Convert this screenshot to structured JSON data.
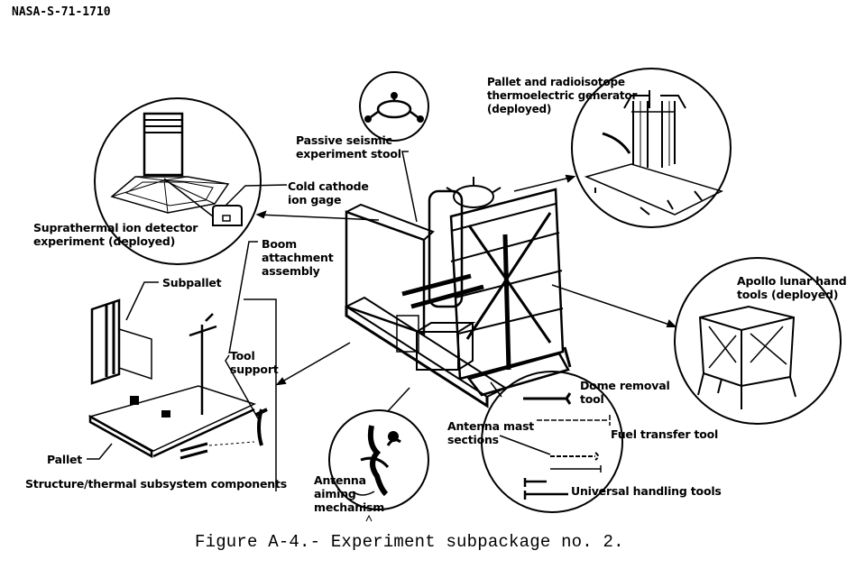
{
  "document_id": "NASA-S-71-1710",
  "caption": "Figure A-4.- Experiment subpackage no. 2.",
  "labels": {
    "suprathermal_ion_detector": "Suprathermal ion detector\nexperiment (deployed)",
    "cold_cathode_ion_gage": "Cold cathode\nion gage",
    "passive_seismic_stool": "Passive seismic\nexperiment stool",
    "pallet_rtg": "Pallet and radioisotope\nthermoelectric generator\n(deployed)",
    "boom_attachment": "Boom\nattachment\nassembly",
    "subpallet": "Subpallet",
    "tool_support": "Tool\nsupport",
    "pallet": "Pallet",
    "structure_thermal": "Structure/thermal subsystem components",
    "apollo_lunar_hand_tools": "Apollo lunar hand\ntools (deployed)",
    "dome_removal_tool": "Dome removal\ntool",
    "antenna_mast_sections": "Antenna mast\nsections",
    "fuel_transfer_tool": "Fuel transfer tool",
    "universal_handling_tools": "Universal handling tools",
    "antenna_aiming_mechanism": "Antenna\naiming\nmechanism"
  }
}
